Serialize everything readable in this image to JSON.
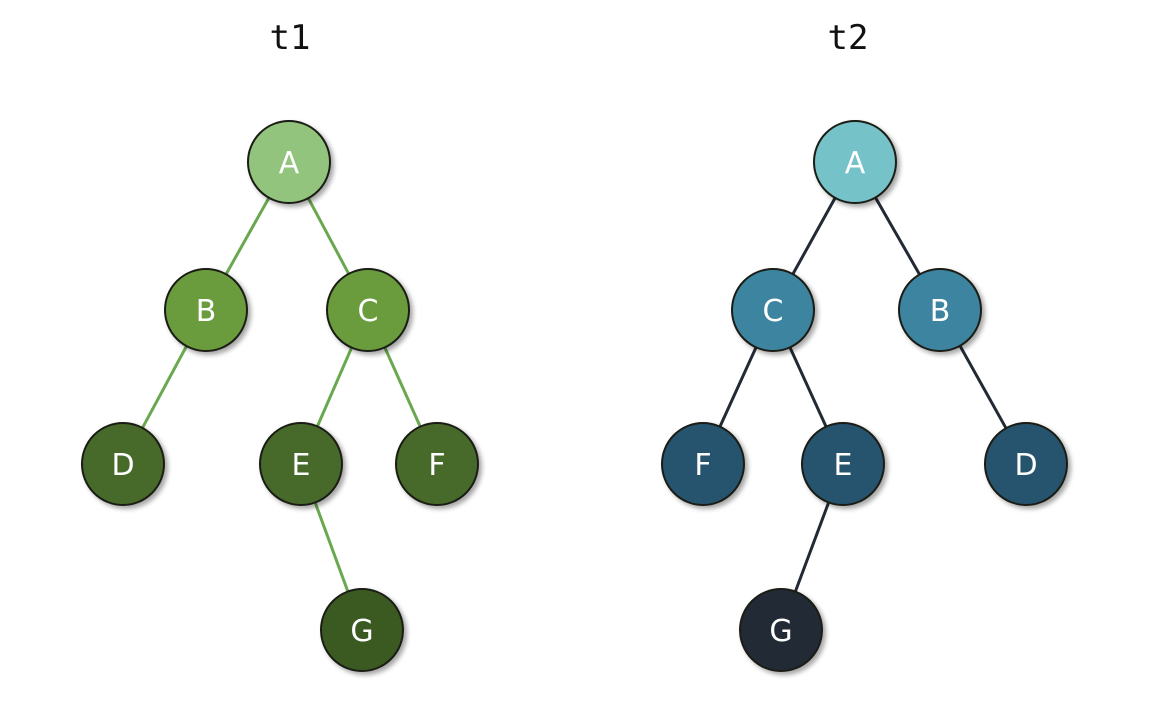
{
  "trees": [
    {
      "title": "t1",
      "edge_color": "#6aa84f",
      "nodes": [
        {
          "id": "A",
          "label": "A",
          "color": "#93c47d"
        },
        {
          "id": "B",
          "label": "B",
          "color": "#6a9c3e"
        },
        {
          "id": "C",
          "label": "C",
          "color": "#6a9c3e"
        },
        {
          "id": "D",
          "label": "D",
          "color": "#466b2a"
        },
        {
          "id": "E",
          "label": "E",
          "color": "#466b2a"
        },
        {
          "id": "F",
          "label": "F",
          "color": "#466b2a"
        },
        {
          "id": "G",
          "label": "G",
          "color": "#3b5a23"
        }
      ],
      "edges": [
        [
          "A",
          "B"
        ],
        [
          "A",
          "C"
        ],
        [
          "B",
          "D"
        ],
        [
          "C",
          "E"
        ],
        [
          "C",
          "F"
        ],
        [
          "E",
          "G"
        ]
      ]
    },
    {
      "title": "t2",
      "edge_color": "#222a35",
      "nodes": [
        {
          "id": "A",
          "label": "A",
          "color": "#76c2c9"
        },
        {
          "id": "C",
          "label": "C",
          "color": "#3d84a0"
        },
        {
          "id": "B",
          "label": "B",
          "color": "#3d84a0"
        },
        {
          "id": "F",
          "label": "F",
          "color": "#27536e"
        },
        {
          "id": "E",
          "label": "E",
          "color": "#27536e"
        },
        {
          "id": "D",
          "label": "D",
          "color": "#27536e"
        },
        {
          "id": "G",
          "label": "G",
          "color": "#222a35"
        }
      ],
      "edges": [
        [
          "A",
          "C"
        ],
        [
          "A",
          "B"
        ],
        [
          "C",
          "F"
        ],
        [
          "C",
          "E"
        ],
        [
          "B",
          "D"
        ],
        [
          "E",
          "G"
        ]
      ]
    }
  ]
}
